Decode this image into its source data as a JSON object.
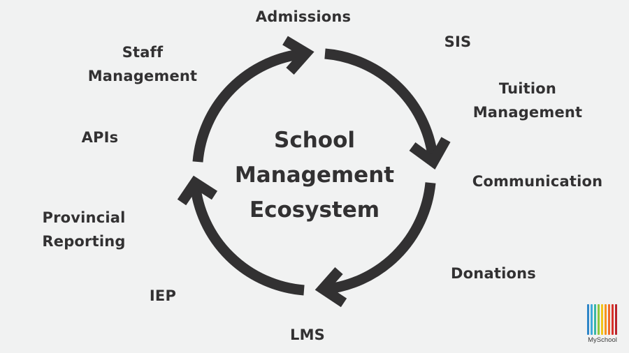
{
  "diagram": {
    "title_lines": [
      "School",
      "Management",
      "Ecosystem"
    ],
    "type": "cycle",
    "arrow_direction": "clockwise",
    "colors": {
      "background": "#f1f2f2",
      "text": "#323132",
      "arrows": "#323132"
    },
    "nodes": [
      {
        "id": "admissions",
        "lines": [
          "Admissions"
        ]
      },
      {
        "id": "sis",
        "lines": [
          "SIS"
        ]
      },
      {
        "id": "tuition-management",
        "lines": [
          "Tuition",
          "Management"
        ]
      },
      {
        "id": "communication",
        "lines": [
          "Communication"
        ]
      },
      {
        "id": "donations",
        "lines": [
          "Donations"
        ]
      },
      {
        "id": "lms",
        "lines": [
          "LMS"
        ]
      },
      {
        "id": "iep",
        "lines": [
          "IEP"
        ]
      },
      {
        "id": "provincial-reporting",
        "lines": [
          "Provincial",
          "Reporting"
        ]
      },
      {
        "id": "apis",
        "lines": [
          "APIs"
        ]
      },
      {
        "id": "staff-management",
        "lines": [
          "Staff",
          "Management"
        ]
      }
    ]
  },
  "logo": {
    "text": "MySchool",
    "bar_colors": [
      "#2e86c8",
      "#3fa9d9",
      "#39b7a4",
      "#8cc63f",
      "#f2c41a",
      "#f7941d",
      "#ef6b2b",
      "#d8322a",
      "#b8232b"
    ]
  }
}
